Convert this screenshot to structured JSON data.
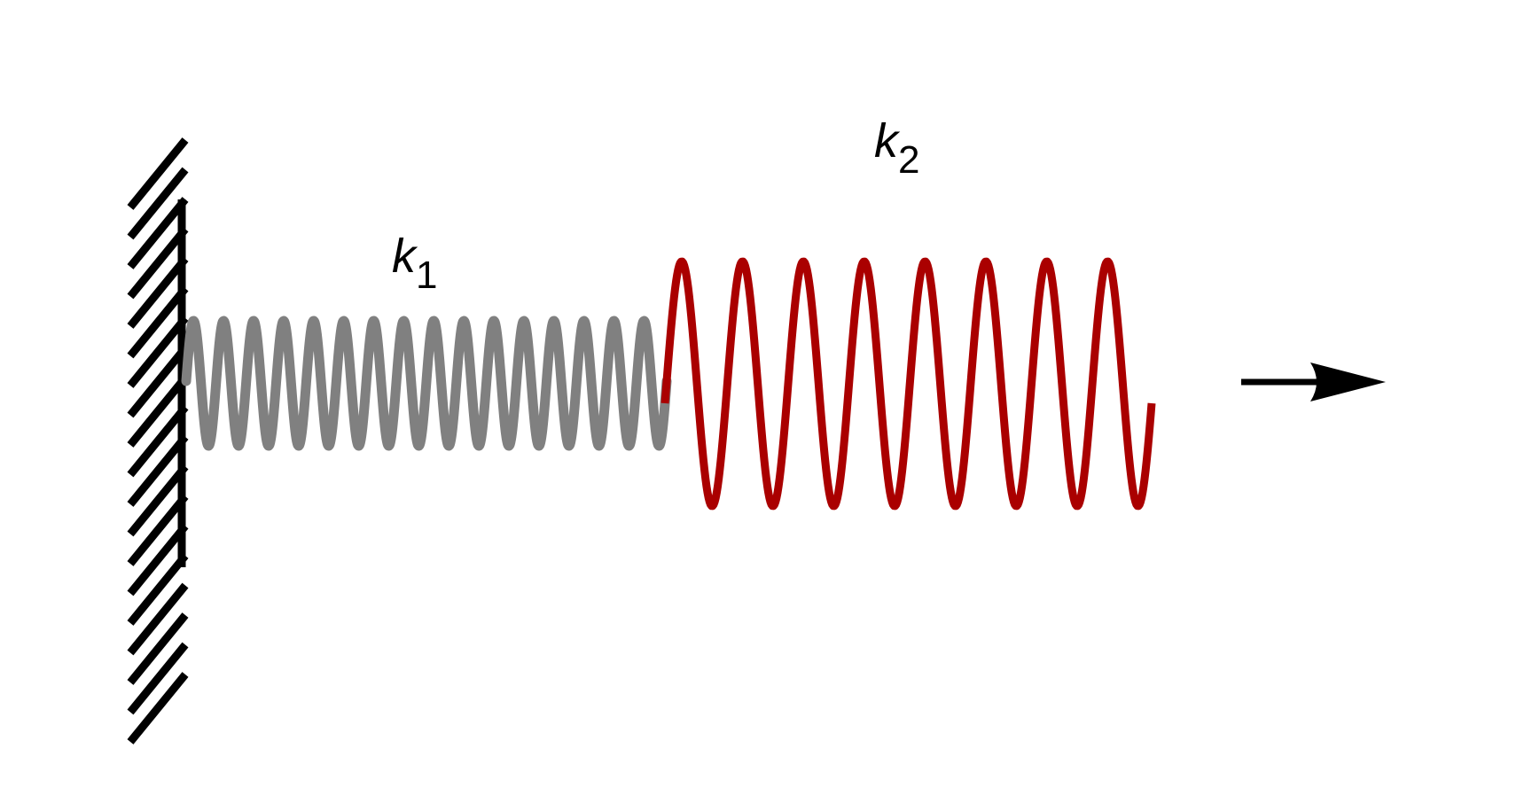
{
  "springs": {
    "spring1": {
      "label_symbol": "k",
      "label_subscript": "1",
      "color": "#808080",
      "coils": 16
    },
    "spring2": {
      "label_symbol": "k",
      "label_subscript": "2",
      "color": "#aa0000",
      "coils": 8
    }
  },
  "wall": {
    "color": "#000000"
  },
  "force_arrow": {
    "color": "#000000",
    "direction": "right"
  }
}
